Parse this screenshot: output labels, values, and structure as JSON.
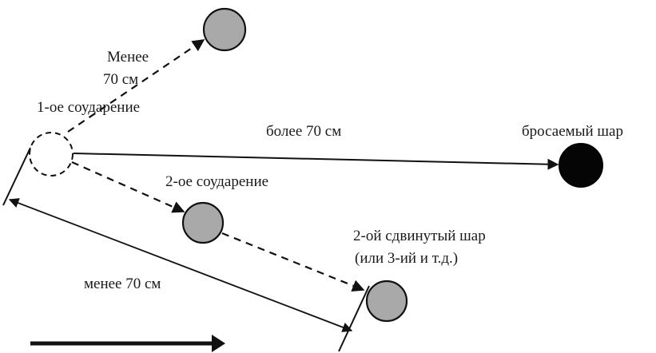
{
  "labels": {
    "menee_line1": "Менее",
    "menee_line2": "70 см",
    "collision_1": "1-ое соударение",
    "bolee": "более 70 см",
    "thrown_ball": "бросаемый шар",
    "collision_2": "2-ое соударение",
    "moved_ball_line1": "2-ой сдвинутый шар",
    "moved_ball_line2": "(или 3-ий и т.д.)",
    "menee_bottom": "менее 70 см"
  },
  "colors": {
    "ink": "#111111",
    "ball_gray": "#a9a9a9",
    "thrown_ball": "#050505",
    "background": "#ffffff"
  }
}
